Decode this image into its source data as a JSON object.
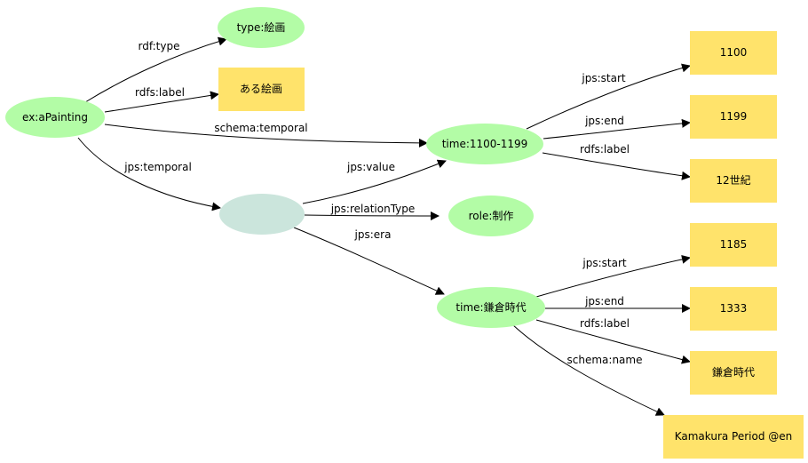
{
  "colors": {
    "resource": "#b3fca6",
    "literal": "#ffe36b",
    "blank": "#cbe5dc",
    "edge": "#000000",
    "background": "#ffffff"
  },
  "nodes": {
    "aPainting": {
      "label": "ex:aPainting",
      "kind": "resource"
    },
    "typePainting": {
      "label": "type:絵画",
      "kind": "resource"
    },
    "labelPainting": {
      "label": "ある絵画",
      "kind": "literal"
    },
    "time1100": {
      "label": "time:1100-1199",
      "kind": "resource"
    },
    "blankNode": {
      "label": "",
      "kind": "blank"
    },
    "role": {
      "label": "role:制作",
      "kind": "resource"
    },
    "kamakura": {
      "label": "time:鎌倉時代",
      "kind": "resource"
    },
    "start1100": {
      "label": "1100",
      "kind": "literal"
    },
    "end1199": {
      "label": "1199",
      "kind": "literal"
    },
    "label12c": {
      "label": "12世紀",
      "kind": "literal"
    },
    "start1185": {
      "label": "1185",
      "kind": "literal"
    },
    "end1333": {
      "label": "1333",
      "kind": "literal"
    },
    "labelKamakura": {
      "label": "鎌倉時代",
      "kind": "literal"
    },
    "nameKamakura": {
      "label": "Kamakura Period @en",
      "kind": "literal"
    }
  },
  "edges": {
    "e1": {
      "label": "rdf:type"
    },
    "e2": {
      "label": "rdfs:label"
    },
    "e3": {
      "label": "schema:temporal"
    },
    "e4": {
      "label": "jps:temporal"
    },
    "e5": {
      "label": "jps:value"
    },
    "e6": {
      "label": "jps:relationType"
    },
    "e7": {
      "label": "jps:era"
    },
    "e8": {
      "label": "jps:start"
    },
    "e9": {
      "label": "jps:end"
    },
    "e10": {
      "label": "rdfs:label"
    },
    "e11": {
      "label": "jps:start"
    },
    "e12": {
      "label": "jps:end"
    },
    "e13": {
      "label": "rdfs:label"
    },
    "e14": {
      "label": "schema:name"
    }
  }
}
